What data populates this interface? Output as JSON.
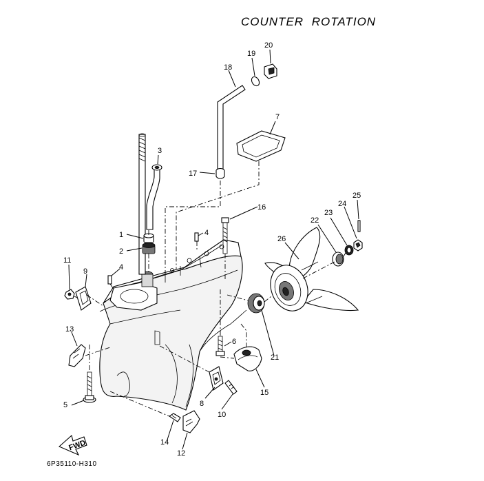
{
  "title": "COUNTER ROTATION",
  "drawing_code": "6P35110-H310",
  "fwd_label": "FWD",
  "parts": {
    "p1": "1",
    "p2": "2",
    "p3": "3",
    "p4a": "4",
    "p4b": "4",
    "p5": "5",
    "p6": "6",
    "p7": "7",
    "p8": "8",
    "p9": "9",
    "p10": "10",
    "p11": "11",
    "p12": "12",
    "p13": "13",
    "p14": "14",
    "p15": "15",
    "p16": "16",
    "p17": "17",
    "p18": "18",
    "p19": "19",
    "p20": "20",
    "p21": "21",
    "p22": "22",
    "p23": "23",
    "p24": "24",
    "p25": "25",
    "p26": "26"
  }
}
